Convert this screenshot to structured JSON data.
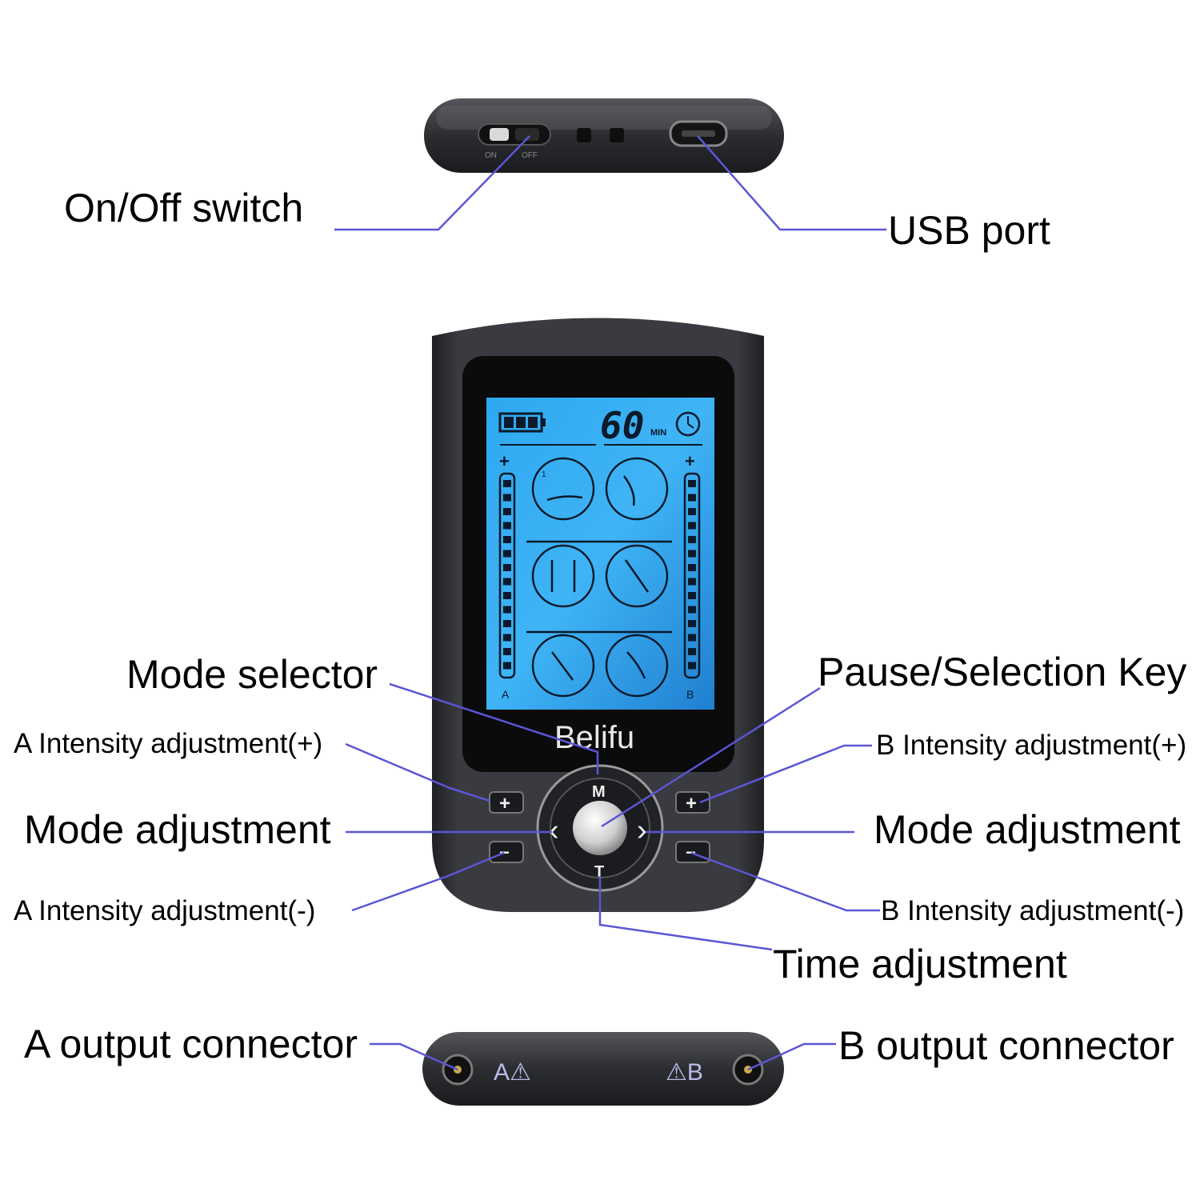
{
  "labels": {
    "on_off_switch": "On/Off switch",
    "usb_port": "USB port",
    "mode_selector": "Mode selector",
    "pause_selection_key": "Pause/Selection Key",
    "a_intensity_plus": "A Intensity adjustment(+)",
    "b_intensity_plus": "B Intensity adjustment(+)",
    "mode_adjustment_left": "Mode adjustment",
    "mode_adjustment_right": "Mode adjustment",
    "a_intensity_minus": "A Intensity adjustment(-)",
    "b_intensity_minus": "B Intensity adjustment(-)",
    "time_adjustment": "Time adjustment",
    "a_output_connector": "A output connector",
    "b_output_connector": "B output connector"
  },
  "device": {
    "brand": "Belifu",
    "top_switch_on": "ON",
    "top_switch_off": "OFF",
    "lcd": {
      "timer_value": "60",
      "timer_unit": "MIN",
      "channel_a": "A",
      "channel_b": "B",
      "mode_number": "1",
      "plus_symbol": "+"
    },
    "buttons": {
      "mode": "M",
      "time": "T",
      "left": "‹",
      "right": "›",
      "plus": "+",
      "minus": "−"
    },
    "connector_a": "A⚠",
    "connector_b": "⚠B"
  },
  "colors": {
    "callout_line": "#5a56d6",
    "device_body": "#2e2f33",
    "lcd_blue": "#2e9be6"
  }
}
